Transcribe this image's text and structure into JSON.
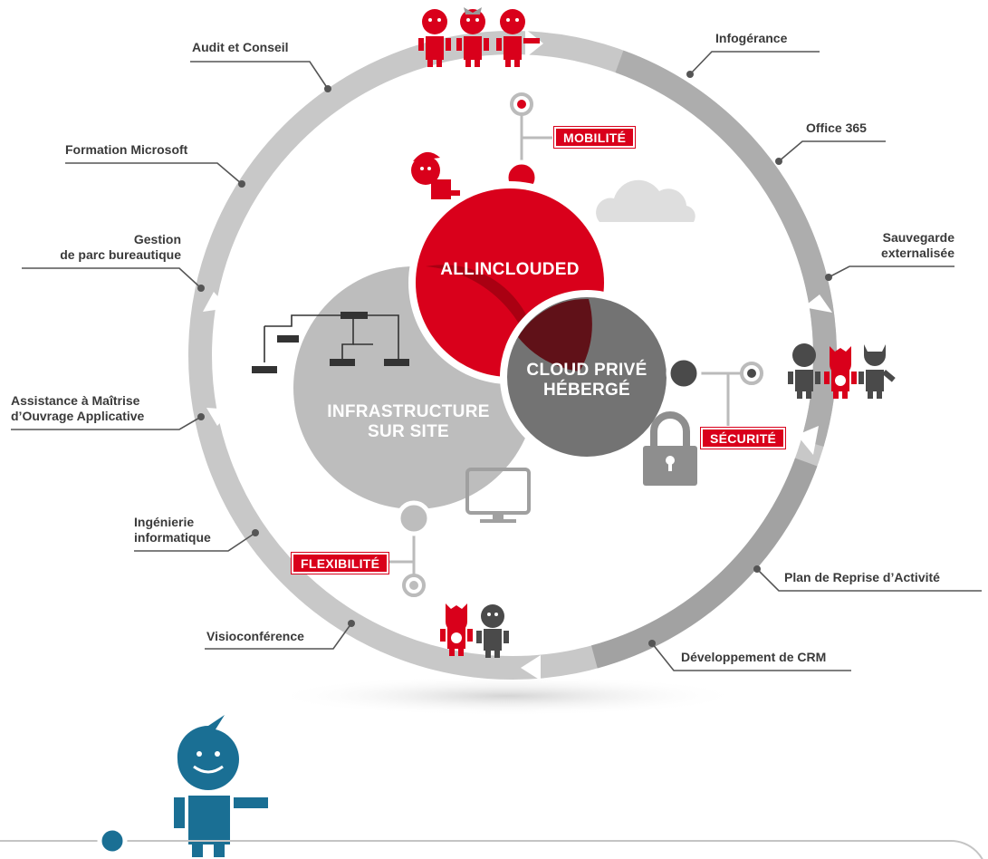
{
  "services_left": {
    "audit": "Audit et Conseil",
    "formation": "Formation Microsoft",
    "gestion_l1": "Gestion",
    "gestion_l2": "de parc bureautique",
    "assistance_l1": "Assistance à Maîtrise",
    "assistance_l2": "d’Ouvrage Applicative",
    "ingenierie_l1": "Ingénierie",
    "ingenierie_l2": "informatique",
    "visio": "Visioconférence"
  },
  "services_right": {
    "infogerance": "Infogérance",
    "office": "Office 365",
    "sauvegarde_l1": "Sauvegarde",
    "sauvegarde_l2": "externalisée",
    "pra": "Plan de Reprise d’Activité",
    "crm": "Développement de CRM"
  },
  "tags": {
    "mobilite": "MOBILITÉ",
    "securite": "SÉCURITÉ",
    "flexibilite": "FLEXIBILITÉ"
  },
  "circles": {
    "allinclouded": "ALLINCLOUDED",
    "cloud_l1": "CLOUD PRIVÉ",
    "cloud_l2": "HÉBERGÉ",
    "infra_l1": "INFRASTRUCTURE",
    "infra_l2": "SUR SITE"
  },
  "colors": {
    "brand_red": "#d9001b",
    "dark_grey": "#4a4a4a",
    "light_grey": "#b5b5b5",
    "ring_grey": "#c4c4c4",
    "mascot_blue": "#1a6f94"
  }
}
